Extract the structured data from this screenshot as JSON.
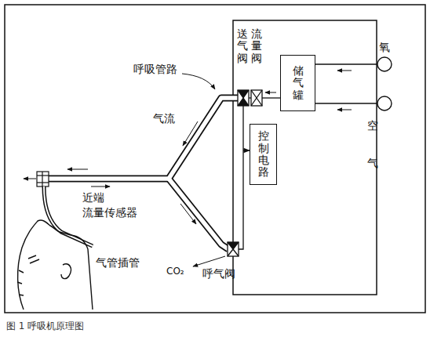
{
  "diagram": {
    "caption": "图 1 呼吸机原理图",
    "nodes": [
      {
        "text": [
          "储气罐"
        ]
      },
      {
        "text": [
          "控制电路"
        ]
      }
    ],
    "labels": [
      "呼吸管路",
      "气流",
      "送气阀",
      "流量阀",
      "氧",
      "空",
      "气",
      "近端",
      "流量传感器",
      "气管插管",
      "CO₂",
      "呼气阀"
    ]
  }
}
